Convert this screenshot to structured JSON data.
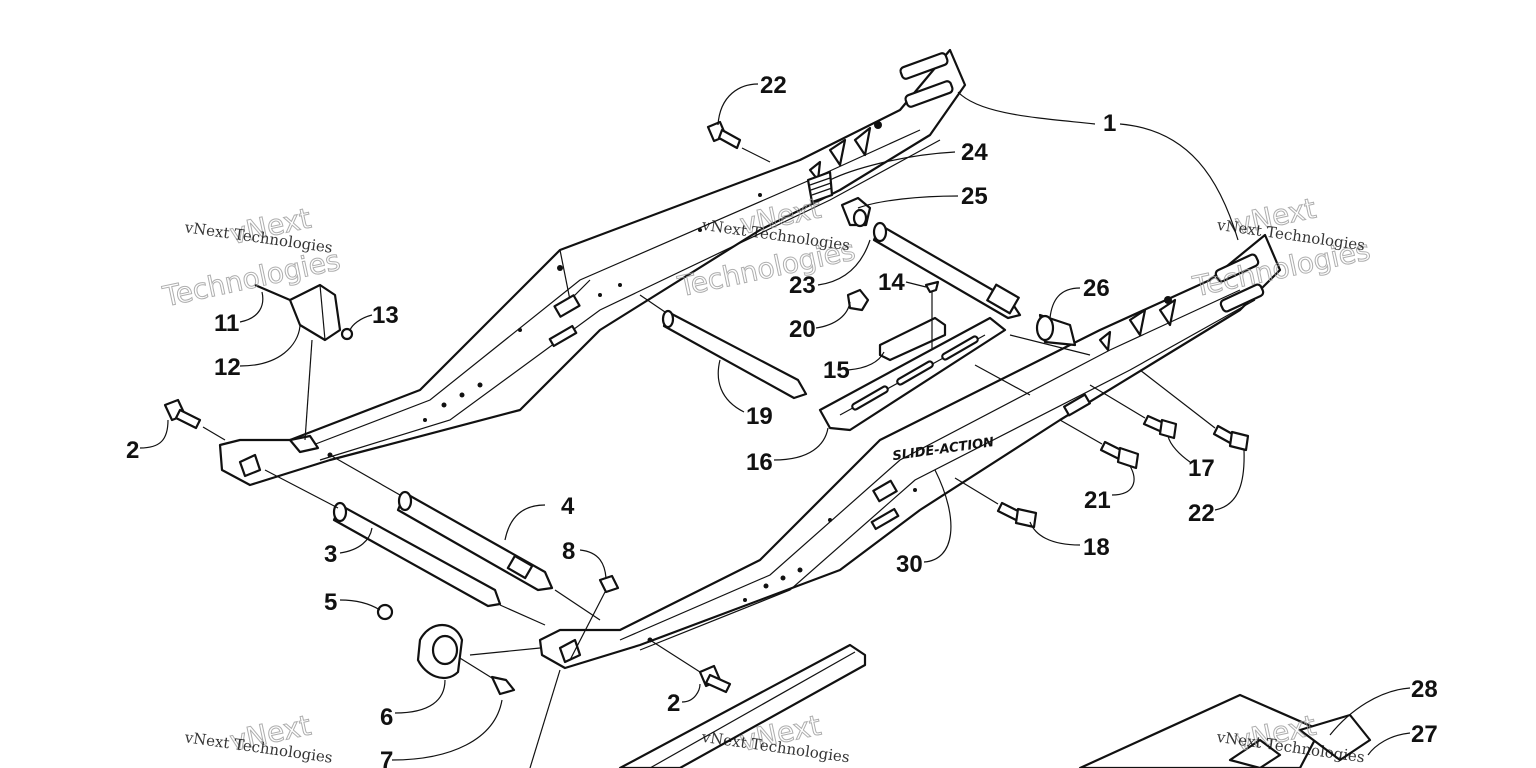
{
  "diagram": {
    "callouts": [
      {
        "id": "1",
        "label": "1"
      },
      {
        "id": "2a",
        "label": "2"
      },
      {
        "id": "2b",
        "label": "2"
      },
      {
        "id": "3",
        "label": "3"
      },
      {
        "id": "4",
        "label": "4"
      },
      {
        "id": "5",
        "label": "5"
      },
      {
        "id": "6",
        "label": "6"
      },
      {
        "id": "7",
        "label": "7"
      },
      {
        "id": "8",
        "label": "8"
      },
      {
        "id": "11",
        "label": "11"
      },
      {
        "id": "12",
        "label": "12"
      },
      {
        "id": "13",
        "label": "13"
      },
      {
        "id": "14",
        "label": "14"
      },
      {
        "id": "15",
        "label": "15"
      },
      {
        "id": "16",
        "label": "16"
      },
      {
        "id": "17",
        "label": "17"
      },
      {
        "id": "18",
        "label": "18"
      },
      {
        "id": "19",
        "label": "19"
      },
      {
        "id": "20",
        "label": "20"
      },
      {
        "id": "21",
        "label": "21"
      },
      {
        "id": "22a",
        "label": "22"
      },
      {
        "id": "22b",
        "label": "22"
      },
      {
        "id": "23",
        "label": "23"
      },
      {
        "id": "24",
        "label": "24"
      },
      {
        "id": "25",
        "label": "25"
      },
      {
        "id": "26",
        "label": "26"
      },
      {
        "id": "27",
        "label": "27"
      },
      {
        "id": "28",
        "label": "28"
      },
      {
        "id": "30",
        "label": "30"
      }
    ],
    "watermark": {
      "line1": "vNext Technologies",
      "big1": "vNext",
      "big2": "Technologies"
    },
    "rail_branding": "SLIDE-ACTION"
  }
}
